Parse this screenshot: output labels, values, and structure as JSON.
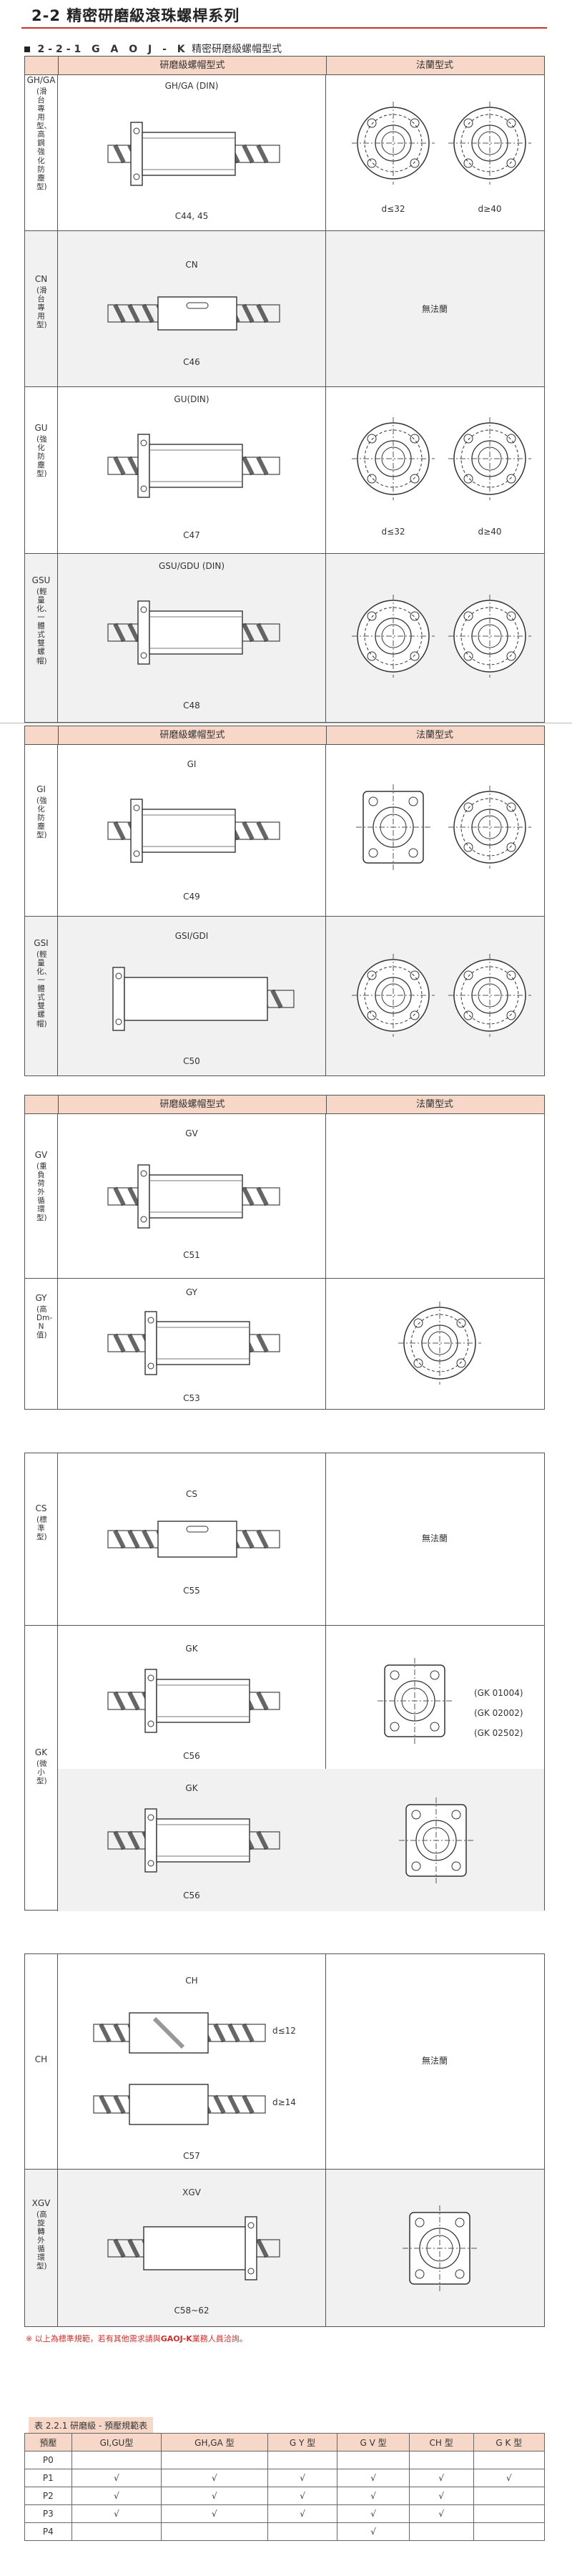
{
  "header": {
    "title": "2-2 精密研磨級滾珠螺桿系列",
    "subtitle_code": "2-2-1 G A O J - K",
    "subtitle_text": "精密研磨級螺帽型式"
  },
  "columns": {
    "nut_type": "研磨級螺帽型式",
    "flange_type": "法蘭型式"
  },
  "sections": [
    {
      "rows": [
        {
          "code": "GH/GA",
          "desc": "(滑台專用型、高鋼強化防塵型)",
          "model": "GH/GA (DIN)",
          "cap": "C44, 45",
          "flange": [
            "d≤32",
            "d≥40"
          ]
        },
        {
          "code": "CN",
          "desc": "(滑台專用型)",
          "model": "CN",
          "cap": "C46",
          "no_flange": "無法蘭"
        },
        {
          "code": "GU",
          "desc": "(強化防塵型)",
          "model": "GU(DIN)",
          "cap": "C47",
          "flange": [
            "d≤32",
            "d≥40"
          ]
        },
        {
          "code": "GSU",
          "desc": "(輕量化、一體式雙螺帽)",
          "model": "GSU/GDU (DIN)",
          "cap": "C48"
        }
      ]
    },
    {
      "rows": [
        {
          "code": "GI",
          "desc": "(強化防塵型)",
          "model": "GI",
          "cap": "C49"
        },
        {
          "code": "GSI",
          "desc": "(輕量化、一體式雙螺帽)",
          "model": "GSI/GDI",
          "cap": "C50"
        }
      ]
    },
    {
      "rows": [
        {
          "code": "GV",
          "desc": "(重負荷外循環型)",
          "model": "GV",
          "cap": "C51"
        },
        {
          "code": "GY",
          "desc": "(高Dm-N值)",
          "model": "GY",
          "cap": "C53"
        }
      ]
    },
    {
      "rows": [
        {
          "code": "CS",
          "desc": "(標準型)",
          "model": "CS",
          "cap": "C55",
          "no_flange": "無法蘭"
        },
        {
          "code": "GK",
          "desc": "(微小型)",
          "model": "GK",
          "cap": "C56",
          "gk_models": [
            "(GK 01004)",
            "(GK 02002)",
            "(GK 02502)"
          ]
        },
        {
          "model": "GK",
          "cap": "C56"
        }
      ]
    },
    {
      "rows": [
        {
          "code": "CH",
          "model": "CH",
          "cap": "C57",
          "d_labels": [
            "d≤12",
            "d≥14"
          ],
          "no_flange": "無法蘭"
        },
        {
          "code": "XGV",
          "desc": "(高旋轉外循環型)",
          "model": "XGV",
          "cap": "C58~62"
        }
      ]
    }
  ],
  "footnote": {
    "text": "※ 以上為標準規範，若有其他需求請與",
    "brand": "GAOJ-K",
    "tail": "業務人員洽詢。"
  },
  "preload_table": {
    "caption": "表 2.2.1   研磨級 - 預壓規範表",
    "headers": [
      "預壓",
      "GI,GU型",
      "GH,GA 型",
      "G Y 型",
      "G V 型",
      "CH 型",
      "G K 型"
    ],
    "rows": [
      [
        "P0",
        "",
        "",
        "",
        "",
        "",
        ""
      ],
      [
        "P1",
        "√",
        "√",
        "√",
        "√",
        "√",
        "√"
      ],
      [
        "P2",
        "√",
        "√",
        "√",
        "√",
        "√",
        ""
      ],
      [
        "P3",
        "√",
        "√",
        "√",
        "√",
        "√",
        ""
      ],
      [
        "P4",
        "",
        "",
        "",
        "√",
        "",
        ""
      ]
    ]
  }
}
